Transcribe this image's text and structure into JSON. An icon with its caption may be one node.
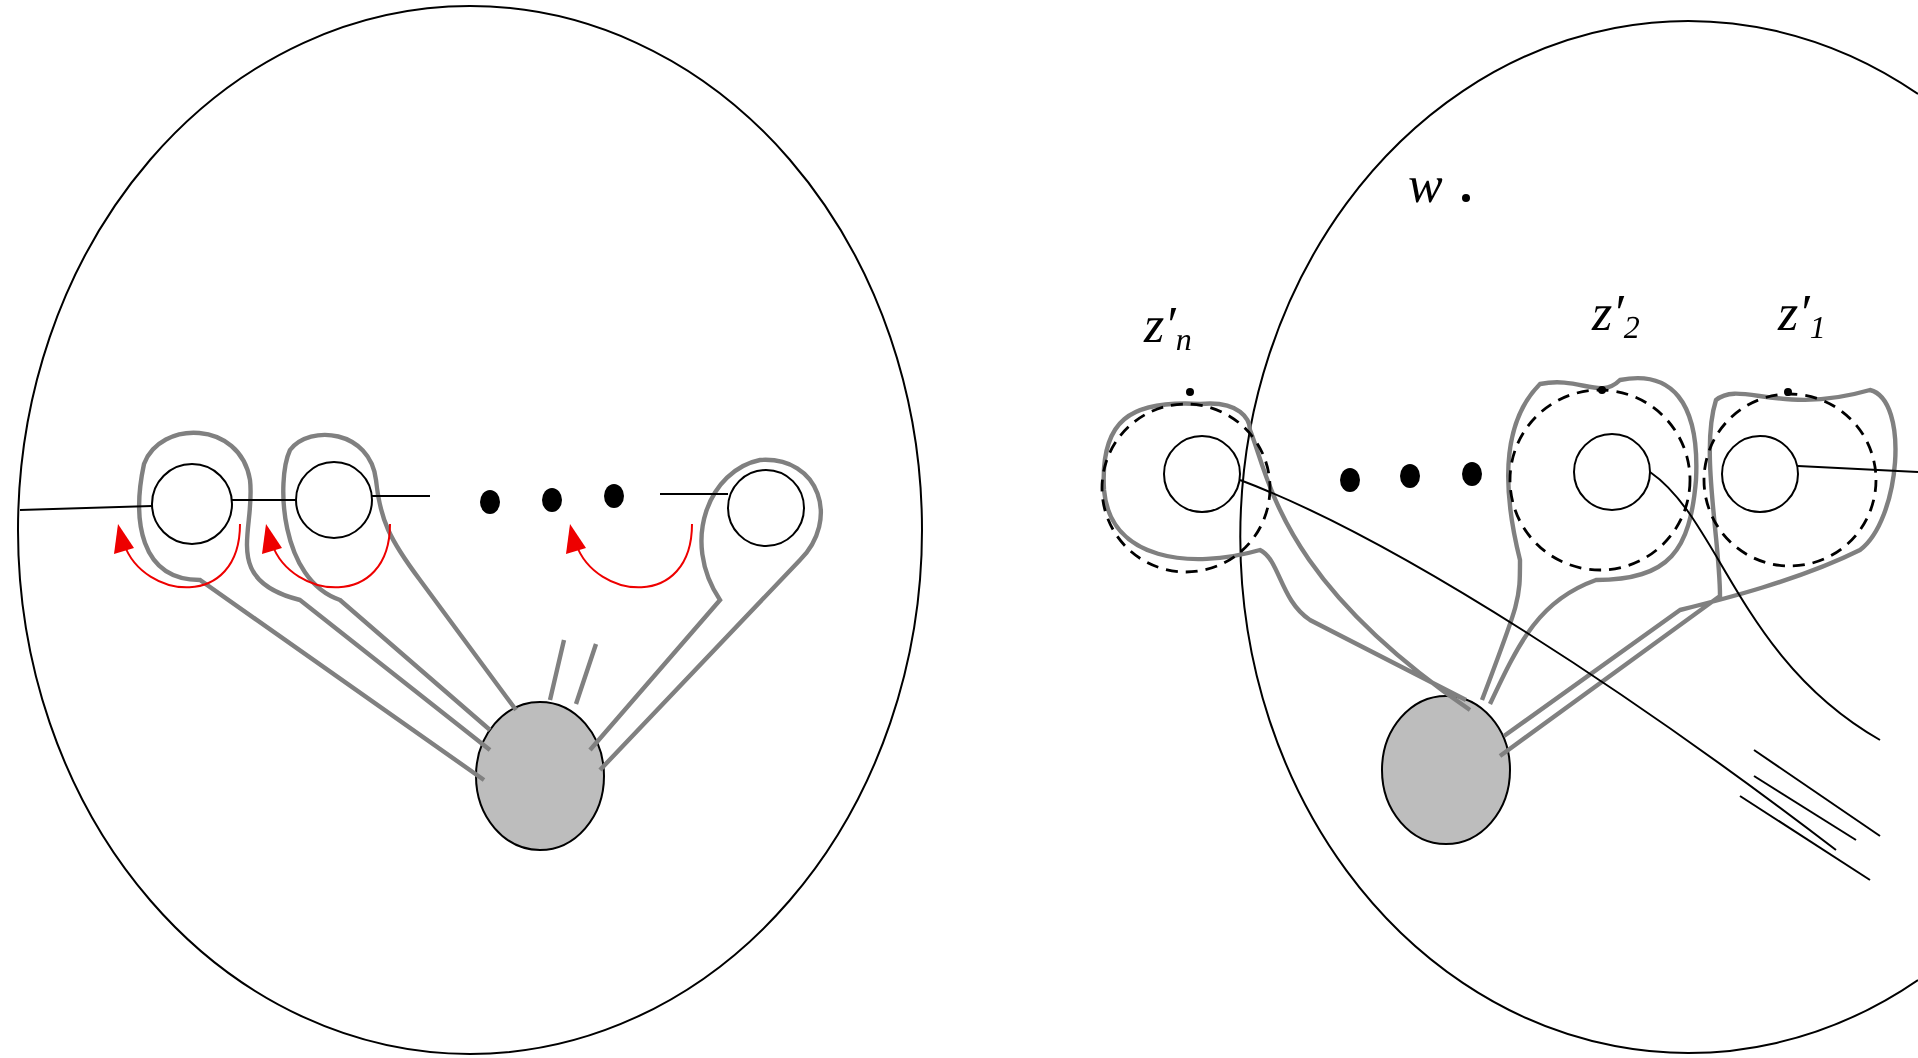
{
  "diagram": {
    "labels": [
      "w",
      "z′$_{n}$",
      "z′$_{2}$",
      "z′$_{1}$"
    ]
  }
}
